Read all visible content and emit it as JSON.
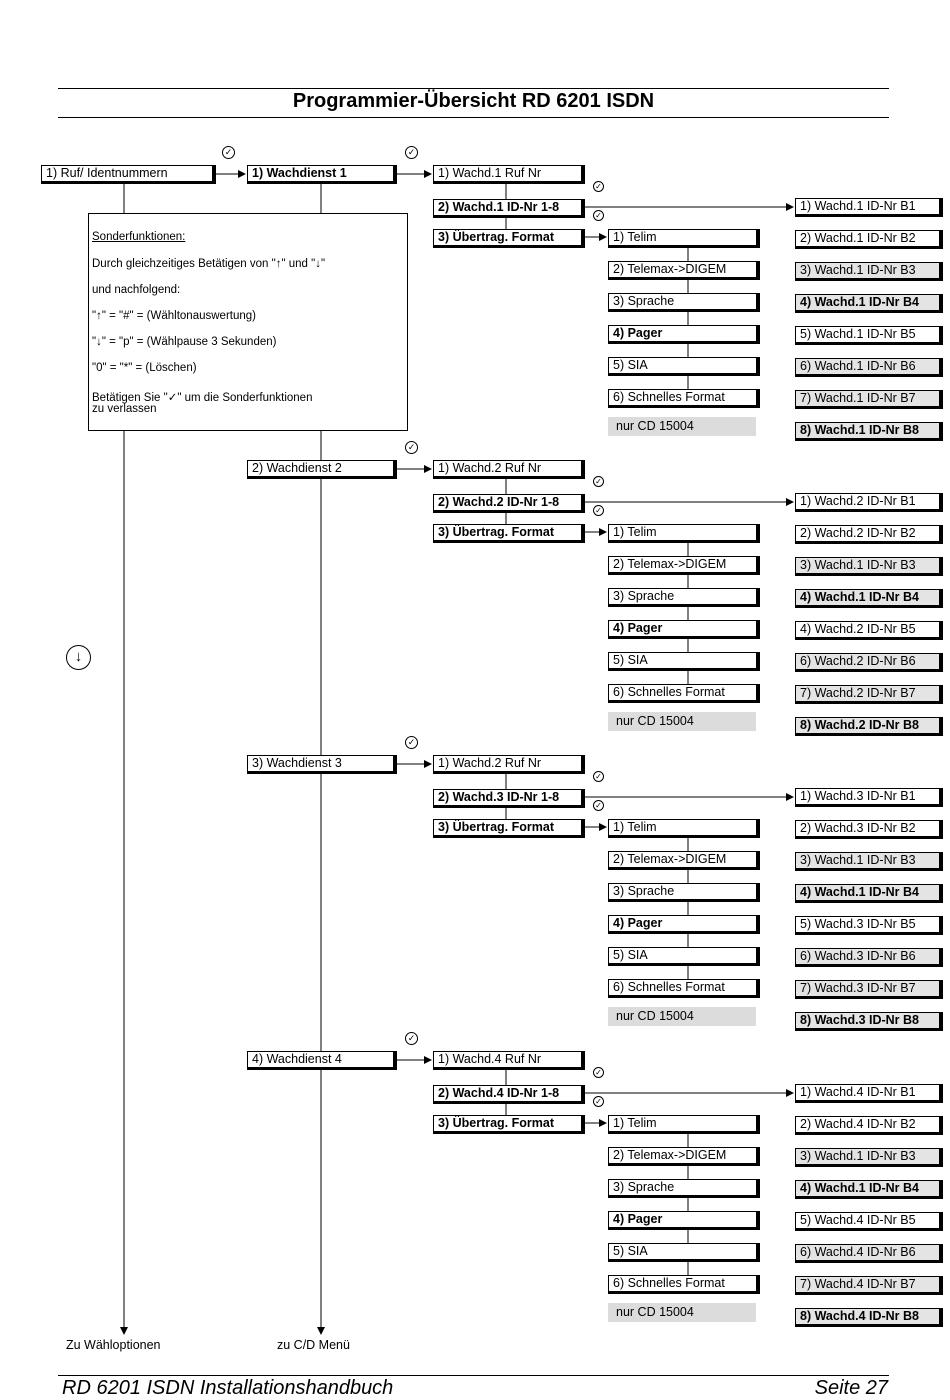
{
  "title": "Programmier-Übersicht RD 6201 ISDN",
  "footer": {
    "left": "RD 6201 ISDN Installationshandbuch",
    "right": "Seite 27"
  },
  "root": "1) Ruf/ Identnummern",
  "special": {
    "heading": "Sonderfunktionen:",
    "line1": "Durch gleichzeitiges Betätigen von \"↑\" und \"↓\"",
    "line2": "und nachfolgend:",
    "item1": "\"↑\" = \"#\" = (Wähltonauswertung)",
    "item2": "\"↓\" = \"p\" = (Wählpause 3 Sekunden)",
    "item3": "\"0\" = \"*\" = (Löschen)",
    "exit1": "Betätigen Sie \"✓\" um die Sonderfunktionen",
    "exit2": "zu verlassen"
  },
  "exits": {
    "left": "Zu Wähloptionen",
    "center": "zu C/D Menü"
  },
  "icons": {
    "tick": "check-circle-icon",
    "down": "arrow-down-circle-icon"
  },
  "services": [
    {
      "label": "1) Wachdienst 1",
      "sub": [
        "1) Wachd.1 Ruf Nr",
        "2) Wachd.1 ID-Nr 1-8",
        "3) Übertrag. Format"
      ],
      "formats": [
        "1) Telim",
        "2) Telemax->DIGEM",
        "3) Sprache",
        "4) Pager",
        "5) SIA",
        "6) Schnelles Format"
      ],
      "note": "nur CD 15004",
      "ids": [
        "1) Wachd.1 ID-Nr B1",
        "2) Wachd.1 ID-Nr B2",
        "3) Wachd.1 ID-Nr B3",
        "4) Wachd.1 ID-Nr B4",
        "5) Wachd.1 ID-Nr B5",
        "6) Wachd.1 ID-Nr B6",
        "7) Wachd.1 ID-Nr B7",
        "8) Wachd.1 ID-Nr B8"
      ]
    },
    {
      "label": "2) Wachdienst 2",
      "sub": [
        "1) Wachd.2 Ruf Nr",
        "2) Wachd.2 ID-Nr 1-8",
        "3) Übertrag. Format"
      ],
      "formats": [
        "1) Telim",
        "2) Telemax->DIGEM",
        "3) Sprache",
        "4) Pager",
        "5) SIA",
        "6) Schnelles Format"
      ],
      "note": "nur CD 15004",
      "ids": [
        "1) Wachd.2 ID-Nr B1",
        "2) Wachd.2 ID-Nr B2",
        "3) Wachd.1 ID-Nr B3",
        "4) Wachd.1 ID-Nr B4",
        "4) Wachd.2 ID-Nr B5",
        "6) Wachd.2 ID-Nr B6",
        "7) Wachd.2 ID-Nr B7",
        "8) Wachd.2 ID-Nr B8"
      ]
    },
    {
      "label": "3) Wachdienst 3",
      "sub": [
        "1) Wachd.2 Ruf Nr",
        "2) Wachd.3 ID-Nr 1-8",
        "3) Übertrag. Format"
      ],
      "formats": [
        "1) Telim",
        "2) Telemax->DIGEM",
        "3) Sprache",
        "4) Pager",
        "5) SIA",
        "6) Schnelles Format"
      ],
      "note": "nur CD 15004",
      "ids": [
        "1) Wachd.3 ID-Nr B1",
        "2) Wachd.3 ID-Nr B2",
        "3) Wachd.1 ID-Nr B3",
        "4) Wachd.1 ID-Nr B4",
        "5) Wachd.3 ID-Nr B5",
        "6) Wachd.3 ID-Nr B6",
        "7) Wachd.3 ID-Nr B7",
        "8) Wachd.3 ID-Nr B8"
      ]
    },
    {
      "label": "4) Wachdienst 4",
      "sub": [
        "1) Wachd.4 Ruf Nr",
        "2) Wachd.4 ID-Nr 1-8",
        "3) Übertrag. Format"
      ],
      "formats": [
        "1) Telim",
        "2) Telemax->DIGEM",
        "3) Sprache",
        "4) Pager",
        "5) SIA",
        "6) Schnelles Format"
      ],
      "note": "nur CD 15004",
      "ids": [
        "1) Wachd.4 ID-Nr B1",
        "2) Wachd.4 ID-Nr B2",
        "3) Wachd.1 ID-Nr B3",
        "4) Wachd.1 ID-Nr B4",
        "5) Wachd.4 ID-Nr B5",
        "6) Wachd.4 ID-Nr B6",
        "7) Wachd.4 ID-Nr B7",
        "8) Wachd.4 ID-Nr B8"
      ]
    }
  ]
}
